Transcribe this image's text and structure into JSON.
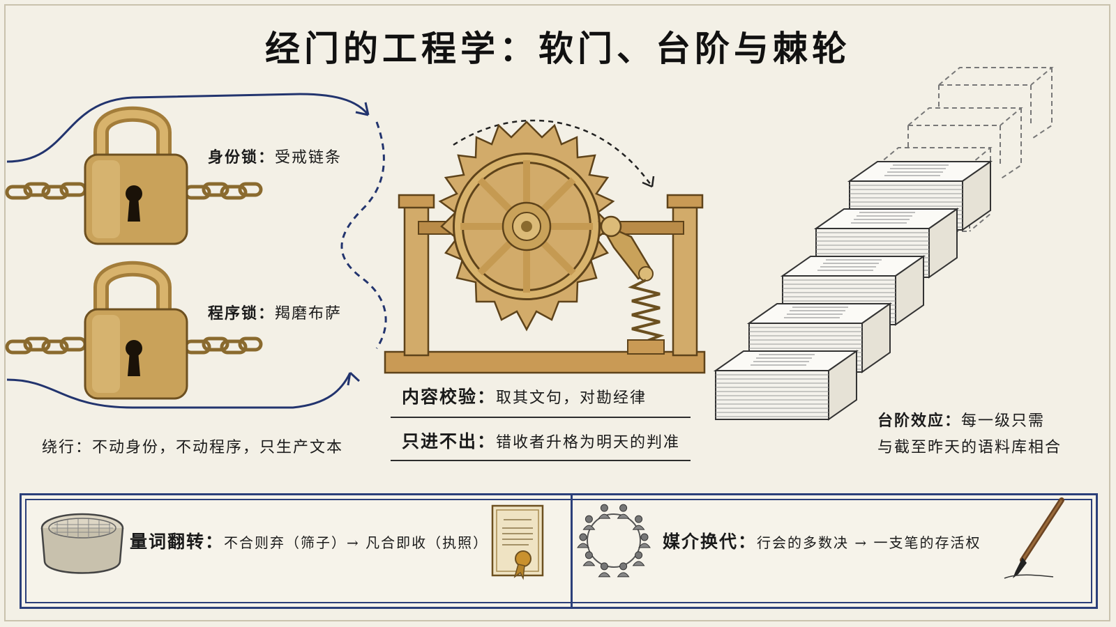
{
  "title": "经门的工程学：软门、台阶与棘轮",
  "locks": {
    "identity": {
      "head": "身份锁：",
      "body": "受戒链条"
    },
    "program": {
      "head": "程序锁：",
      "body": "羯磨布萨"
    },
    "bypass": {
      "head": "绕行：",
      "body": "不动身份，不动程序，只生产文本"
    }
  },
  "ratchet": {
    "content_check": {
      "head": "内容校验：",
      "body": "取其文句，对勘经律"
    },
    "in_only": {
      "head": "只进不出：",
      "body": "错收者升格为明天的判准"
    }
  },
  "steps": {
    "head": "台阶效应：",
    "line1": "每一级只需",
    "line2": "与截至昨天的语料库相合"
  },
  "bottom": {
    "quantifier": {
      "head": "量词翻转：",
      "body": "不合则弃（筛子）→ 凡合即收（执照）"
    },
    "medium": {
      "head": "媒介换代：",
      "body": "行会的多数决 → 一支笔的存活权"
    }
  },
  "colors": {
    "accent_blue": "#2b3f7a",
    "brass": "#c9a25a",
    "wood": "#d2ab6a",
    "paper": "#f3f0e6"
  },
  "icons": [
    "padlock-icon",
    "chain-icon",
    "ratchet-wheel-icon",
    "spring-icon",
    "paper-stack-icon",
    "sieve-icon",
    "certificate-icon",
    "people-circle-icon",
    "brush-pen-icon"
  ]
}
